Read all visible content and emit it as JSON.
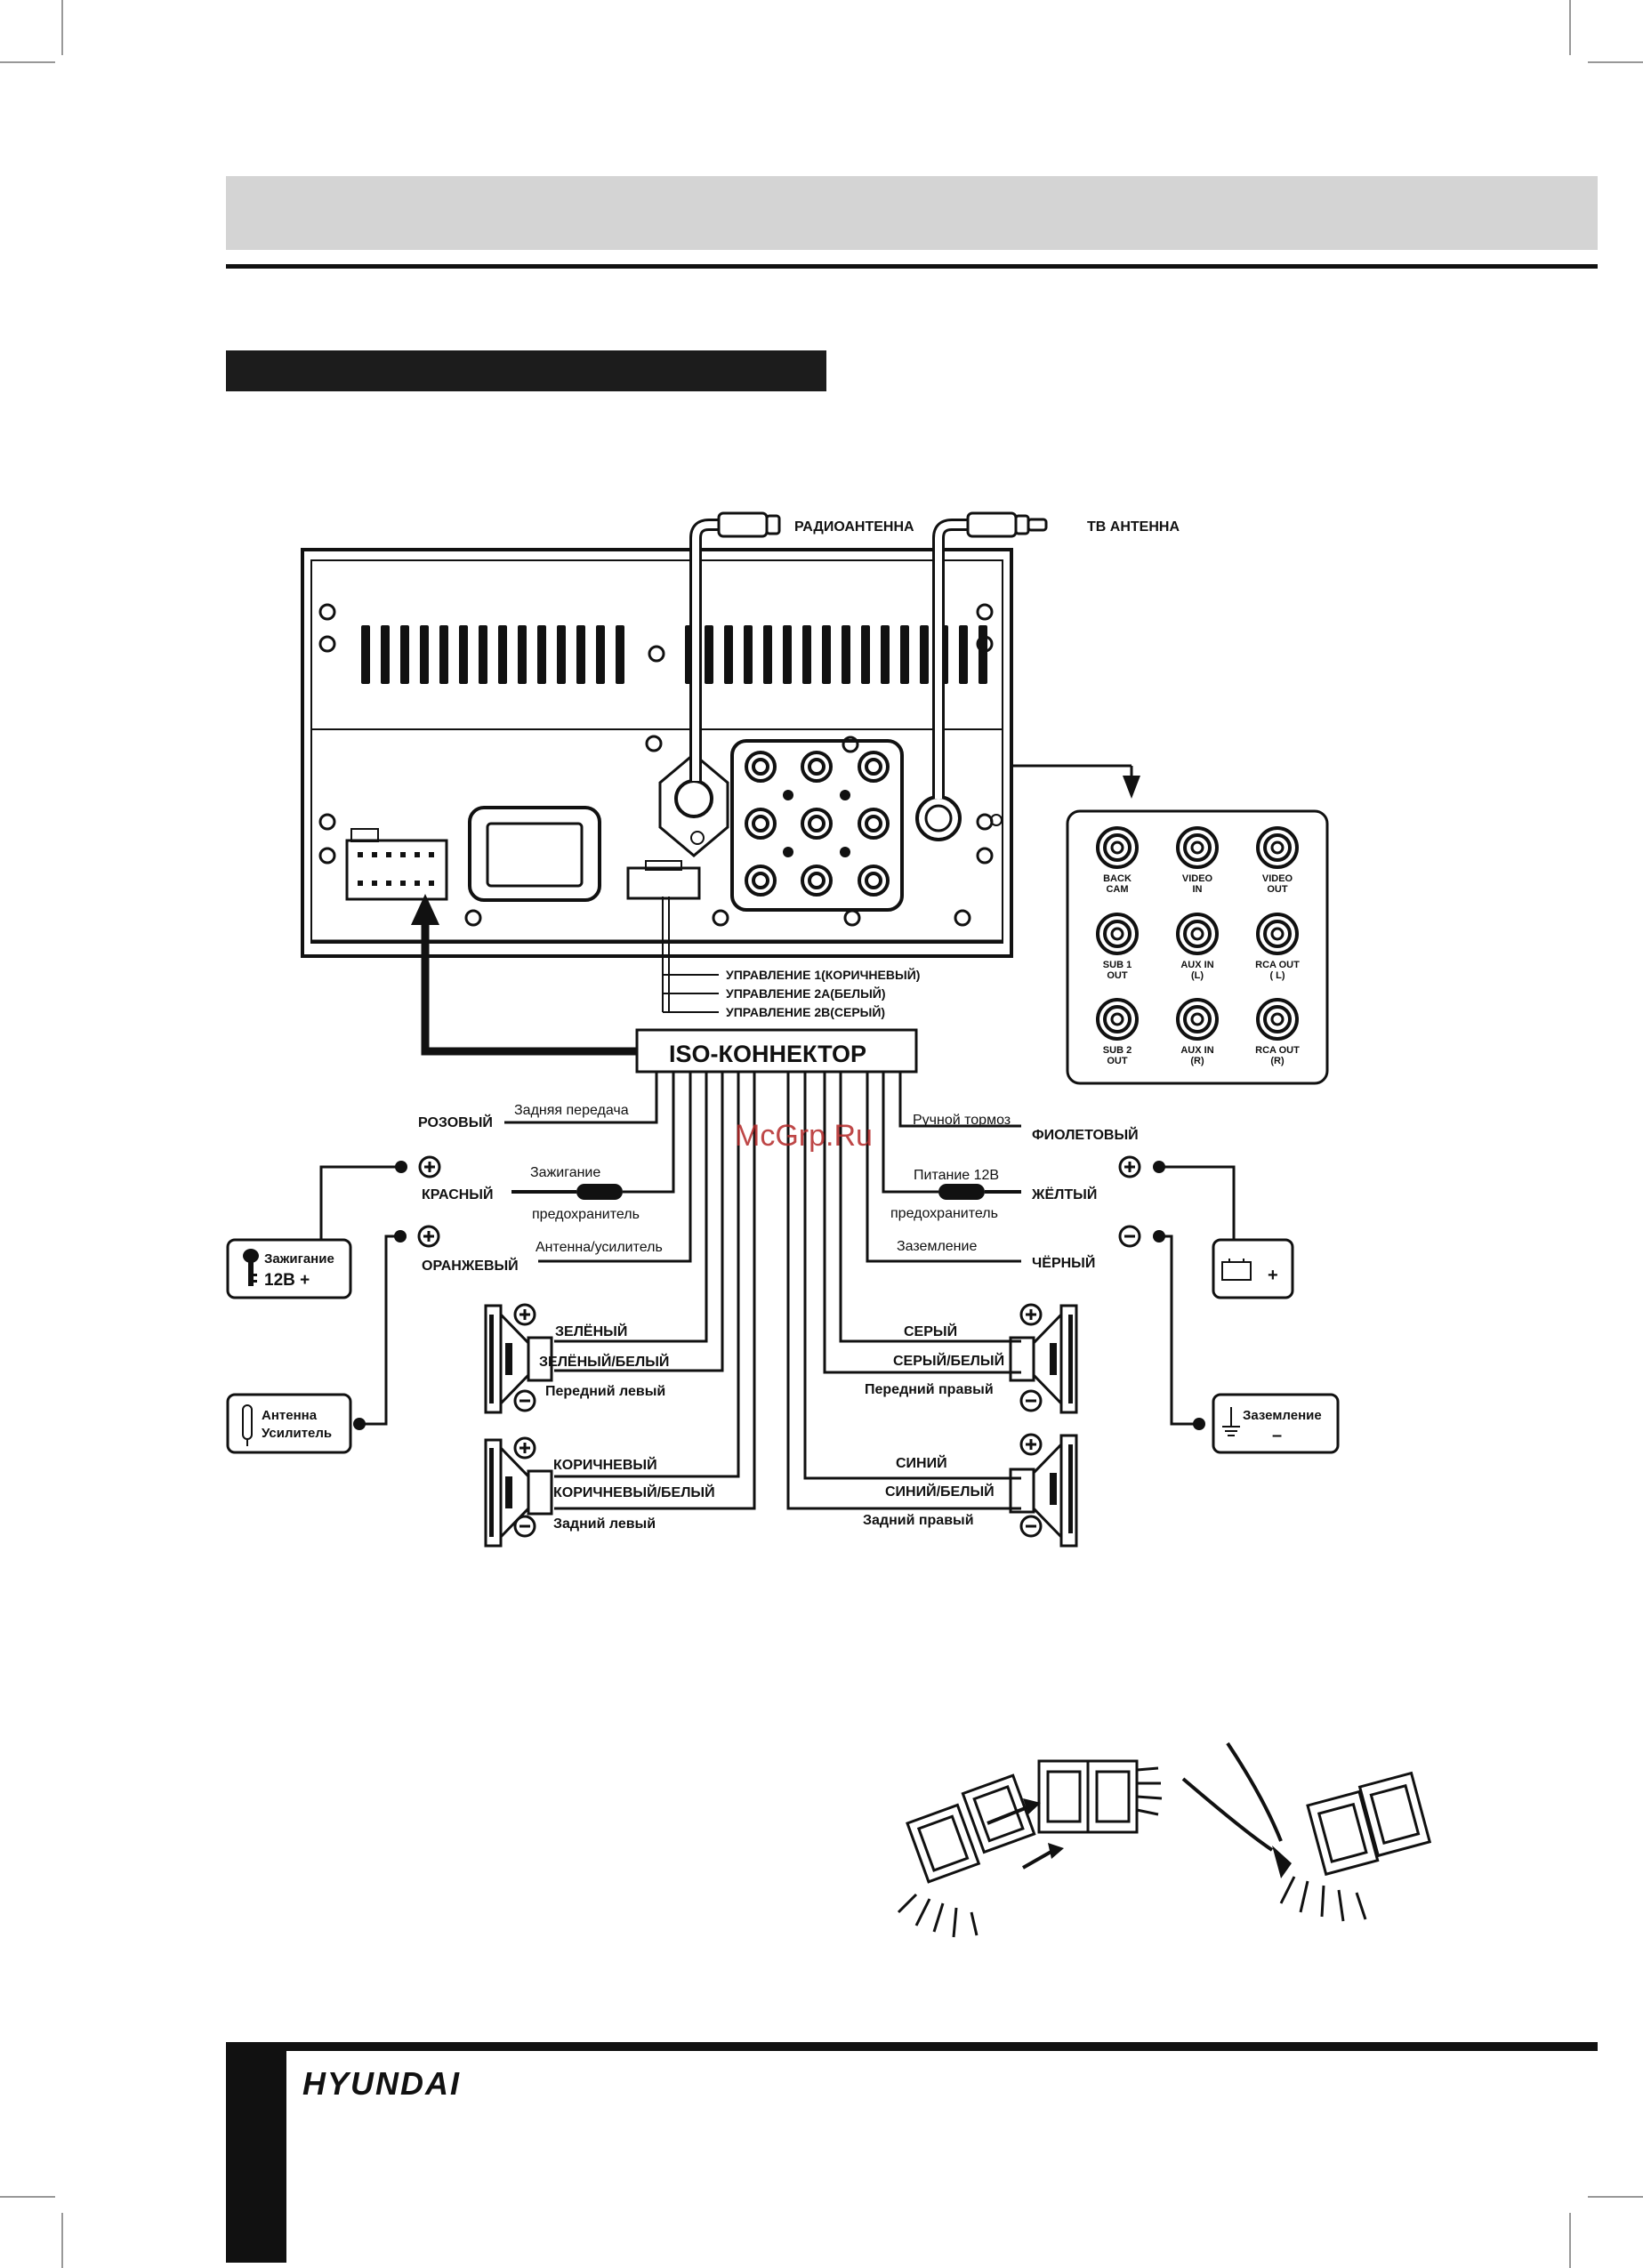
{
  "antennas": {
    "radio": "РАДИОАНТЕННА",
    "tv": "ТВ АНТЕННА"
  },
  "rca_panel": {
    "jacks": [
      {
        "id": "back-cam",
        "line1": "BACK",
        "line2": "CAM"
      },
      {
        "id": "video-in",
        "line1": "VIDEO",
        "line2": "IN"
      },
      {
        "id": "video-out",
        "line1": "VIDEO",
        "line2": "OUT"
      },
      {
        "id": "sub1-out",
        "line1": "SUB 1",
        "line2": "OUT"
      },
      {
        "id": "aux-in-l",
        "line1": "AUX IN",
        "line2": "(L)"
      },
      {
        "id": "rca-out-l",
        "line1": "RCA OUT",
        "line2": "( L)"
      },
      {
        "id": "sub2-out",
        "line1": "SUB 2",
        "line2": "OUT"
      },
      {
        "id": "aux-in-r",
        "line1": "AUX IN",
        "line2": "(R)"
      },
      {
        "id": "rca-out-r",
        "line1": "RCA OUT",
        "line2": "(R)"
      }
    ]
  },
  "control": {
    "c1": "УПРАВЛЕНИЕ 1(КОРИЧНЕВЫЙ)",
    "c2a": "УПРАВЛЕНИЕ 2А(БЕЛЫЙ)",
    "c2b": "УПРАВЛЕНИЕ 2В(СЕРЫЙ)"
  },
  "iso_title": "ISO-КОННЕКТОР",
  "left_wires": {
    "pink": {
      "color": "РОЗОВЫЙ",
      "function": "Задняя передача"
    },
    "red": {
      "color": "КРАСНЫЙ",
      "function": "Зажигание",
      "fuse": "предохранитель"
    },
    "orange": {
      "color": "ОРАНЖЕВЫЙ",
      "function": "Антенна/усилитель"
    }
  },
  "right_wires": {
    "violet": {
      "color": "ФИОЛЕТОВЫЙ",
      "function": "Ручной тормоз"
    },
    "yellow": {
      "color": "ЖЁЛТЫЙ",
      "function": "Питание 12В",
      "fuse": "предохранитель"
    },
    "black": {
      "color": "ЧЁРНЫЙ",
      "function": "Заземление"
    }
  },
  "boxes": {
    "ignition": {
      "line1": "Зажигание",
      "line2": "12В +"
    },
    "antenna_amp": {
      "line1": "Антенна",
      "line2": "Усилитель"
    },
    "battery_plus": "+",
    "ground": {
      "line1": "Заземление",
      "line2": "–"
    }
  },
  "speakers": {
    "front_left": {
      "wire1": "ЗЕЛЁНЫЙ",
      "wire2": "ЗЕЛЁНЫЙ/БЕЛЫЙ",
      "name": "Передний левый"
    },
    "rear_left": {
      "wire1": "КОРИЧНЕВЫЙ",
      "wire2": "КОРИЧНЕВЫЙ/БЕЛЫЙ",
      "name": "Задний левый"
    },
    "front_right": {
      "wire1": "СЕРЫЙ",
      "wire2": "СЕРЫЙ/БЕЛЫЙ",
      "name": "Передний правый"
    },
    "rear_right": {
      "wire1": "СИНИЙ",
      "wire2": "СИНИЙ/БЕЛЫЙ",
      "name": "Задний правый"
    }
  },
  "symbols": {
    "plus": "+",
    "minus": "–"
  },
  "watermark": "McGrp.Ru",
  "brand": "HYUNDAI"
}
